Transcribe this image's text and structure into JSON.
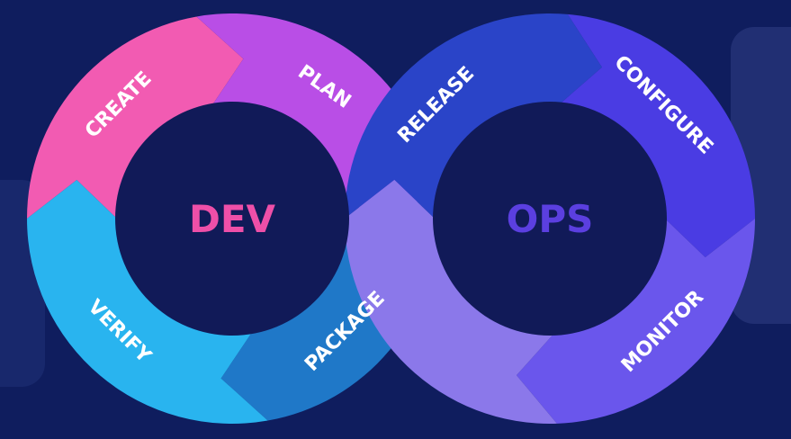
{
  "diagram": {
    "dev": {
      "label": "DEV",
      "label_color": "#ee4fa8",
      "stages": [
        {
          "label": "CREATE",
          "color": "#f25bb2"
        },
        {
          "label": "PLAN",
          "color": "#b94ee6"
        },
        {
          "label": "PACKAGE",
          "color": "#1f78c8"
        },
        {
          "label": "VERIFY",
          "color": "#29b4ef"
        }
      ]
    },
    "ops": {
      "label": "OPS",
      "label_color": "#5b3fe0",
      "stages": [
        {
          "label": "RELEASE",
          "color": "#2a44c8"
        },
        {
          "label": "CONFIGURE",
          "color": "#4a3ce3"
        },
        {
          "label": "MONITOR",
          "color": "#6a56ec"
        },
        {
          "label": "",
          "color": "#8b78ea"
        }
      ]
    }
  },
  "colors": {
    "background": "#0f1d5e",
    "center_fill": "#111a58",
    "stage_text": "#ffffff"
  }
}
